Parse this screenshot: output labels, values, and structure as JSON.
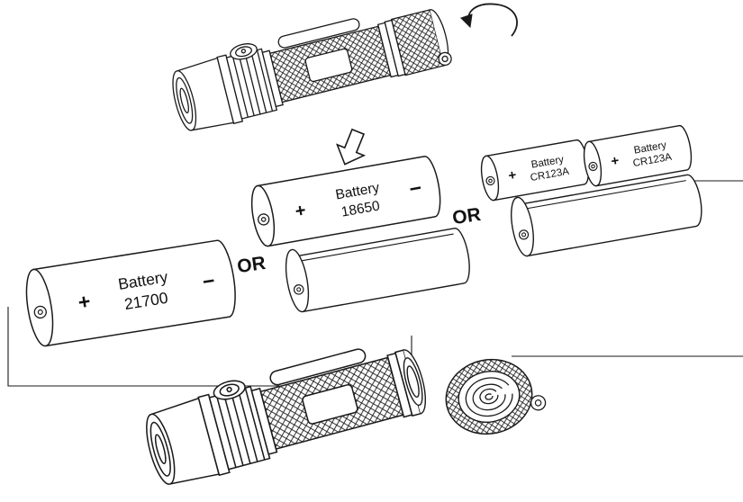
{
  "colors": {
    "background": "#ffffff",
    "line": "#1a1a1a"
  },
  "symbols": {
    "rotation_arrow": "circular-unscrew-arrow",
    "insert_arrow": "down-block-arrow"
  },
  "labels": {
    "or_between_18650_and_cr123a": "OR",
    "or_between_21700_and_18650": "OR"
  },
  "batteries": {
    "b21700": {
      "plus": "+",
      "name": "Battery",
      "model": "21700",
      "minus": "−"
    },
    "b18650": {
      "plus": "+",
      "name": "Battery",
      "model": "18650",
      "minus": "−"
    },
    "cr123a_front": {
      "plus": "+",
      "name": "Battery",
      "model": "CR123A"
    },
    "cr123a_rear": {
      "plus": "+",
      "name": "Battery",
      "model": "CR123A"
    }
  }
}
